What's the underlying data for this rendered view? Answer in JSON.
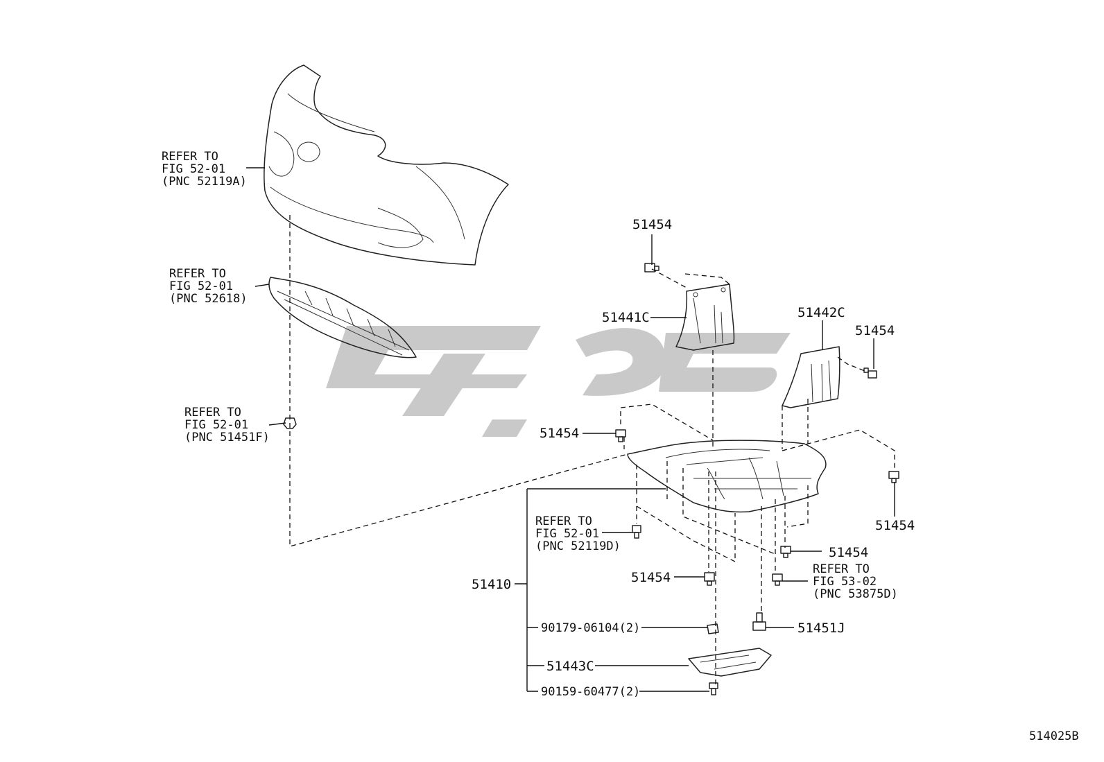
{
  "labels": {
    "refer_bumper": [
      "REFER TO",
      "FIG 52-01",
      "(PNC 52119A)"
    ],
    "refer_grille": [
      "REFER TO",
      "FIG 52-01",
      "(PNC 52618)"
    ],
    "refer_clip": [
      "REFER TO",
      "FIG 52-01",
      "(PNC 51451F)"
    ],
    "refer_52119d": [
      "REFER TO",
      "FIG 52-01",
      "(PNC 52119D)"
    ],
    "refer_53875d": [
      "REFER TO",
      "FIG 53-02",
      "(PNC 53875D)"
    ],
    "p51454_top": "51454",
    "p51441c": "51441C",
    "p51442c": "51442C",
    "p51454_right_top": "51454",
    "p51454_left": "51454",
    "p51454_right": "51454",
    "p51454_bottom_right": "51454",
    "p51454_center": "51454",
    "p51410": "51410",
    "p90179": "90179-06104(2)",
    "p51451j": "51451J",
    "p51443c": "51443C",
    "p90159": "90159-60477(2)",
    "diagram_code": "514025B"
  },
  "colors": {
    "line": "#111111",
    "watermark": "#c9c9c9",
    "background": "#ffffff"
  }
}
